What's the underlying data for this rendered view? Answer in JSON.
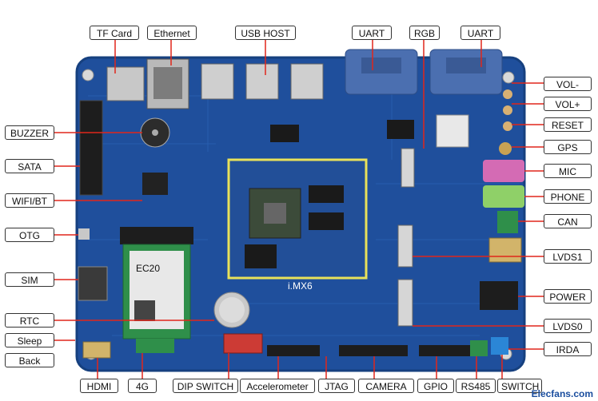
{
  "board": {
    "silkscreen_text": "i.MX6",
    "module_text": "EC20"
  },
  "watermark": "Elecfans.com",
  "labels": {
    "tf_card": "TF Card",
    "ethernet": "Ethernet",
    "usb_host": "USB HOST",
    "uart_left": "UART",
    "rgb": "RGB",
    "uart_right": "UART",
    "vol_minus": "VOL-",
    "vol_plus": "VOL+",
    "reset": "RESET",
    "gps": "GPS",
    "mic": "MIC",
    "phone": "PHONE",
    "can": "CAN",
    "lvds1": "LVDS1",
    "power": "POWER",
    "lvds0": "LVDS0",
    "irda": "IRDA",
    "buzzer": "BUZZER",
    "sata": "SATA",
    "wifi_bt": "WIFI/BT",
    "otg": "OTG",
    "sim": "SIM",
    "rtc": "RTC",
    "sleep": "Sleep",
    "back": "Back",
    "hdmi": "HDMI",
    "four_g": "4G",
    "dip_switch": "DIP SWITCH",
    "accelerometer": "Accelerometer",
    "jtag": "JTAG",
    "camera": "CAMERA",
    "gpio": "GPIO",
    "rs485": "RS485",
    "switch": "SWITCH"
  },
  "colors": {
    "pcb": "#1f4f9c",
    "pcb_edge": "#16407f",
    "leader": "#e0261b",
    "module_outline": "#e9e25a",
    "soc": "#3c4b3a",
    "module_green": "#2f8f4a",
    "connector": "#222222",
    "mic_jack": "#d46bb4",
    "phone_jack": "#8fd068"
  }
}
